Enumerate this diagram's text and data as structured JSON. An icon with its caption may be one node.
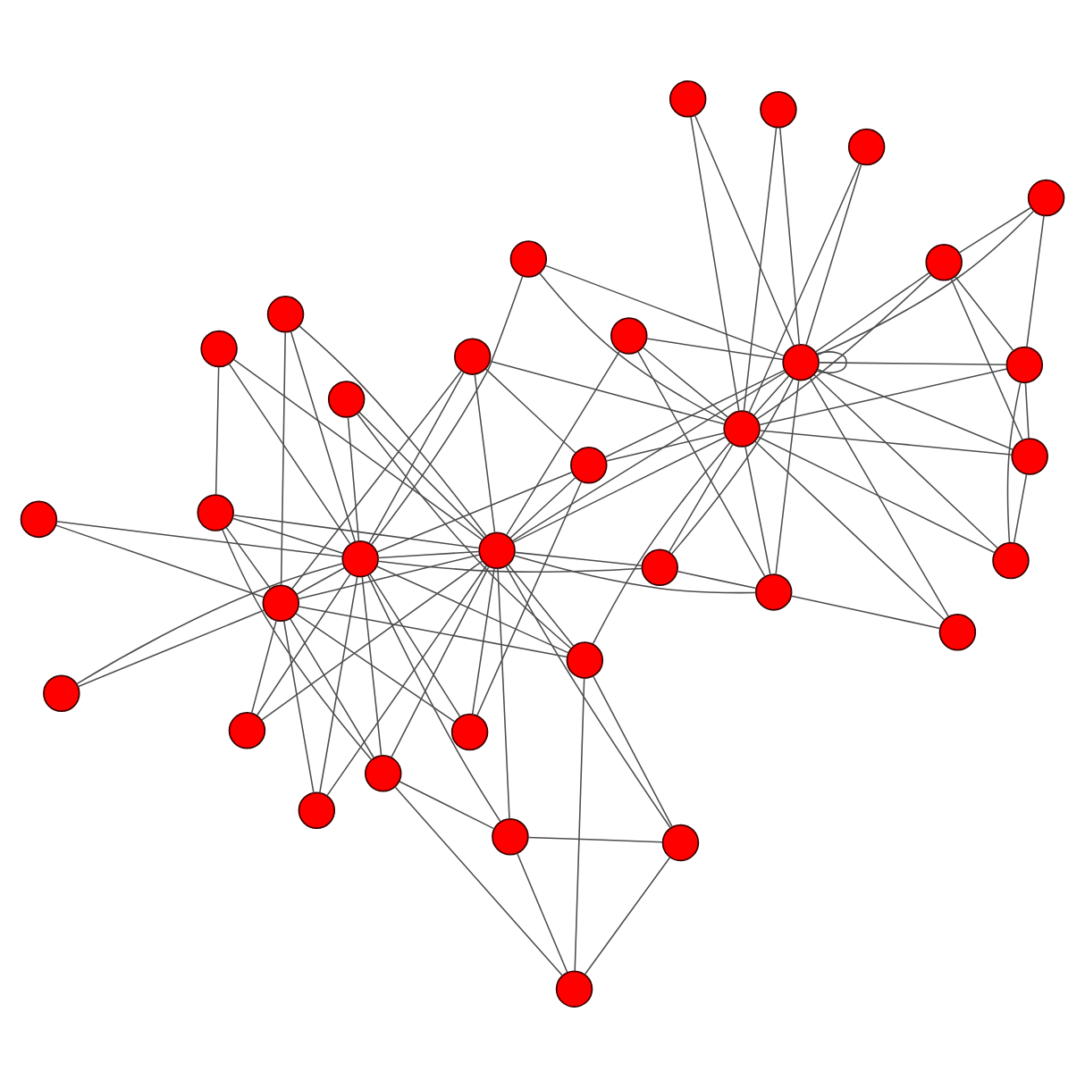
{
  "diagram": {
    "nodes": [
      {
        "text": [],
        "shape": "circle"
      },
      {
        "text": [],
        "shape": "circle"
      },
      {
        "text": [],
        "shape": "circle"
      },
      {
        "text": [],
        "shape": "circle"
      },
      {
        "text": [],
        "shape": "circle"
      },
      {
        "text": [],
        "shape": "circle"
      },
      {
        "text": [],
        "shape": "circle"
      },
      {
        "text": [],
        "shape": "circle"
      },
      {
        "text": [],
        "shape": "circle"
      },
      {
        "text": [],
        "shape": "circle"
      },
      {
        "text": [],
        "shape": "circle"
      },
      {
        "text": [],
        "shape": "circle"
      },
      {
        "text": [],
        "shape": "circle"
      },
      {
        "text": [],
        "shape": "circle"
      },
      {
        "text": [],
        "shape": "circle"
      },
      {
        "text": [],
        "shape": "circle"
      },
      {
        "text": [],
        "shape": "circle"
      },
      {
        "text": [],
        "shape": "circle"
      },
      {
        "text": [],
        "shape": "circle"
      },
      {
        "text": [],
        "shape": "circle"
      },
      {
        "text": [],
        "shape": "circle"
      },
      {
        "text": [],
        "shape": "circle"
      },
      {
        "text": [],
        "shape": "circle"
      },
      {
        "text": [],
        "shape": "circle"
      },
      {
        "text": [],
        "shape": "circle"
      },
      {
        "text": [],
        "shape": "circle"
      },
      {
        "text": [],
        "shape": "circle"
      },
      {
        "text": [],
        "shape": "circle"
      },
      {
        "text": [],
        "shape": "circle"
      },
      {
        "text": [],
        "shape": "circle"
      },
      {
        "text": [],
        "shape": "circle"
      },
      {
        "text": [],
        "shape": "circle"
      },
      {
        "text": [],
        "shape": "circle"
      },
      {
        "text": [],
        "shape": "circle"
      }
    ],
    "edges": [
      {
        "from": 0,
        "to": 11,
        "arrow": "none"
      },
      {
        "from": 0,
        "to": 9,
        "arrow": "none"
      },
      {
        "from": 1,
        "to": 11,
        "arrow": "none"
      },
      {
        "from": 1,
        "to": 9,
        "arrow": "none"
      },
      {
        "from": 1,
        "to": 5,
        "arrow": "none"
      },
      {
        "from": 2,
        "to": 11,
        "arrow": "none"
      },
      {
        "from": 2,
        "to": 9,
        "arrow": "none"
      },
      {
        "from": 2,
        "to": 3,
        "arrow": "none"
      },
      {
        "from": 2,
        "to": 4,
        "arrow": "none"
      },
      {
        "from": 3,
        "to": 4,
        "arrow": "none"
      },
      {
        "from": 3,
        "to": 6,
        "arrow": "none"
      },
      {
        "from": 3,
        "to": 11,
        "arrow": "none"
      },
      {
        "from": 3,
        "to": 9,
        "arrow": "none"
      },
      {
        "from": 4,
        "to": 6,
        "arrow": "none"
      },
      {
        "from": 4,
        "to": 10,
        "arrow": "none"
      },
      {
        "from": 4,
        "to": 11,
        "arrow": "none"
      },
      {
        "from": 4,
        "to": 9,
        "arrow": "none"
      },
      {
        "from": 6,
        "to": 10,
        "arrow": "none"
      },
      {
        "from": 6,
        "to": 11,
        "arrow": "none"
      },
      {
        "from": 6,
        "to": 9,
        "arrow": "none"
      },
      {
        "from": 10,
        "to": 11,
        "arrow": "none"
      },
      {
        "from": 16,
        "to": 11,
        "arrow": "none"
      },
      {
        "from": 16,
        "to": 9,
        "arrow": "none"
      },
      {
        "from": 20,
        "to": 11,
        "arrow": "none"
      },
      {
        "from": 20,
        "to": 9,
        "arrow": "none"
      },
      {
        "from": 9,
        "to": 11,
        "arrow": "none"
      },
      {
        "from": 11,
        "to": 11,
        "arrow": "none"
      },
      {
        "from": 5,
        "to": 9,
        "arrow": "none"
      },
      {
        "from": 5,
        "to": 11,
        "arrow": "none"
      },
      {
        "from": 5,
        "to": 13,
        "arrow": "none"
      },
      {
        "from": 5,
        "to": 17,
        "arrow": "none"
      },
      {
        "from": 5,
        "to": 21,
        "arrow": "none"
      },
      {
        "from": 7,
        "to": 9,
        "arrow": "none"
      },
      {
        "from": 7,
        "to": 15,
        "arrow": "none"
      },
      {
        "from": 7,
        "to": 21,
        "arrow": "none"
      },
      {
        "from": 7,
        "to": 23,
        "arrow": "none"
      },
      {
        "from": 7,
        "to": 19,
        "arrow": "none"
      },
      {
        "from": 8,
        "to": 21,
        "arrow": "none"
      },
      {
        "from": 8,
        "to": 23,
        "arrow": "none"
      },
      {
        "from": 8,
        "to": 19,
        "arrow": "none"
      },
      {
        "from": 12,
        "to": 19,
        "arrow": "none"
      },
      {
        "from": 12,
        "to": 23,
        "arrow": "none"
      },
      {
        "from": 13,
        "to": 9,
        "arrow": "none"
      },
      {
        "from": 13,
        "to": 11,
        "arrow": "none"
      },
      {
        "from": 13,
        "to": 21,
        "arrow": "none"
      },
      {
        "from": 13,
        "to": 23,
        "arrow": "none"
      },
      {
        "from": 14,
        "to": 21,
        "arrow": "none"
      },
      {
        "from": 14,
        "to": 19,
        "arrow": "none"
      },
      {
        "from": 14,
        "to": 23,
        "arrow": "none"
      },
      {
        "from": 15,
        "to": 11,
        "arrow": "none"
      },
      {
        "from": 15,
        "to": 9,
        "arrow": "none"
      },
      {
        "from": 15,
        "to": 21,
        "arrow": "none"
      },
      {
        "from": 15,
        "to": 23,
        "arrow": "none"
      },
      {
        "from": 15,
        "to": 24,
        "arrow": "none"
      },
      {
        "from": 17,
        "to": 11,
        "arrow": "none"
      },
      {
        "from": 17,
        "to": 9,
        "arrow": "none"
      },
      {
        "from": 17,
        "to": 21,
        "arrow": "none"
      },
      {
        "from": 18,
        "to": 19,
        "arrow": "none"
      },
      {
        "from": 18,
        "to": 23,
        "arrow": "none"
      },
      {
        "from": 22,
        "to": 11,
        "arrow": "none"
      },
      {
        "from": 22,
        "to": 9,
        "arrow": "none"
      },
      {
        "from": 22,
        "to": 23,
        "arrow": "none"
      },
      {
        "from": 24,
        "to": 21,
        "arrow": "none"
      },
      {
        "from": 24,
        "to": 23,
        "arrow": "none"
      },
      {
        "from": 24,
        "to": 19,
        "arrow": "none"
      },
      {
        "from": 25,
        "to": 9,
        "arrow": "none"
      },
      {
        "from": 25,
        "to": 21,
        "arrow": "none"
      },
      {
        "from": 25,
        "to": 23,
        "arrow": "none"
      },
      {
        "from": 25,
        "to": 19,
        "arrow": "none"
      },
      {
        "from": 25,
        "to": 28,
        "arrow": "none"
      },
      {
        "from": 25,
        "to": 32,
        "arrow": "none"
      },
      {
        "from": 25,
        "to": 31,
        "arrow": "none"
      },
      {
        "from": 26,
        "to": 23,
        "arrow": "none"
      },
      {
        "from": 26,
        "to": 21,
        "arrow": "none"
      },
      {
        "from": 26,
        "to": 19,
        "arrow": "none"
      },
      {
        "from": 27,
        "to": 29,
        "arrow": "none"
      },
      {
        "from": 27,
        "to": 33,
        "arrow": "none"
      },
      {
        "from": 27,
        "to": 19,
        "arrow": "none"
      },
      {
        "from": 27,
        "to": 21,
        "arrow": "none"
      },
      {
        "from": 27,
        "to": 23,
        "arrow": "none"
      },
      {
        "from": 28,
        "to": 32,
        "arrow": "none"
      },
      {
        "from": 28,
        "to": 30,
        "arrow": "none"
      },
      {
        "from": 28,
        "to": 21,
        "arrow": "none"
      },
      {
        "from": 29,
        "to": 21,
        "arrow": "none"
      },
      {
        "from": 29,
        "to": 23,
        "arrow": "none"
      },
      {
        "from": 29,
        "to": 19,
        "arrow": "none"
      },
      {
        "from": 29,
        "to": 30,
        "arrow": "none"
      },
      {
        "from": 29,
        "to": 32,
        "arrow": "none"
      },
      {
        "from": 30,
        "to": 21,
        "arrow": "none"
      },
      {
        "from": 30,
        "to": 23,
        "arrow": "none"
      },
      {
        "from": 31,
        "to": 21,
        "arrow": "none"
      },
      {
        "from": 31,
        "to": 23,
        "arrow": "none"
      },
      {
        "from": 32,
        "to": 30,
        "arrow": "none"
      },
      {
        "from": 33,
        "to": 21,
        "arrow": "none"
      },
      {
        "from": 33,
        "to": 23,
        "arrow": "none"
      },
      {
        "from": 11,
        "to": 21,
        "arrow": "none"
      },
      {
        "from": 9,
        "to": 21,
        "arrow": "none"
      },
      {
        "from": 21,
        "to": 23,
        "arrow": "none"
      },
      {
        "from": 21,
        "to": 19,
        "arrow": "none"
      },
      {
        "from": 23,
        "to": 19,
        "arrow": "none"
      }
    ]
  }
}
